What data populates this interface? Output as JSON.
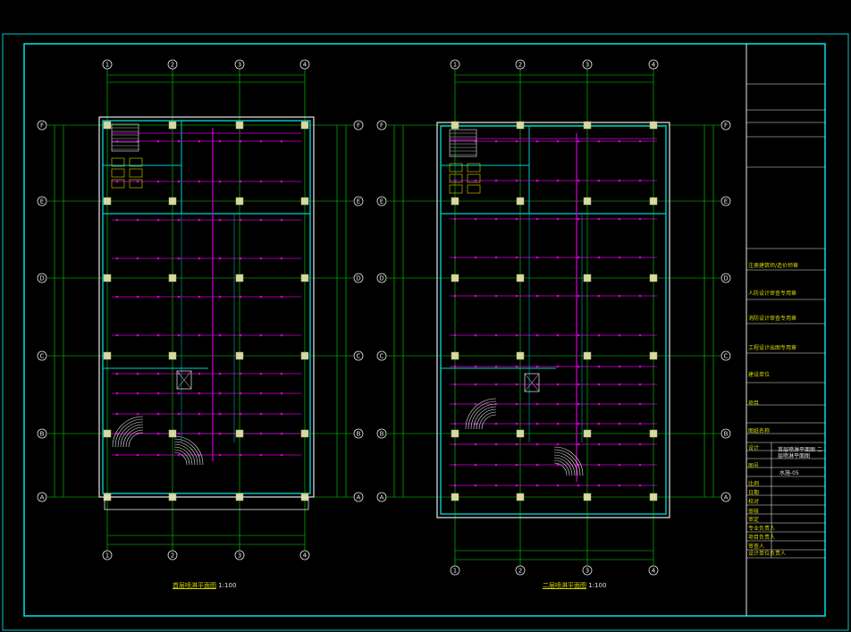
{
  "drawing": {
    "plans": [
      {
        "id": "plan-1",
        "title": "首层喷淋平面图",
        "scale": "1:100"
      },
      {
        "id": "plan-2",
        "title": "二层喷淋平面图",
        "scale": "1:100"
      }
    ],
    "column_axes": [
      "1",
      "2",
      "3",
      "4"
    ],
    "row_axes": [
      "F",
      "E",
      "D",
      "C",
      "B",
      "A"
    ]
  },
  "title_block": {
    "rows": [
      "注册建筑师/造价师章",
      "人防设计审查专用章",
      "消防设计审查专用章",
      "工程设计出图专用章",
      "建设单位",
      "项目",
      "图纸名称",
      "设计",
      "图号",
      "比例",
      "日期",
      "校对",
      "审核",
      "审定",
      "专业负责人",
      "项目负责人",
      "审查人",
      "设计单位负责人"
    ],
    "sheet_name": "首层喷淋平面图 二层喷淋平面图",
    "sheet_number": "水施-05"
  },
  "colors": {
    "background": "#000000",
    "frame": "#00e5e5",
    "wall": "#e8e8e8",
    "pipe": "#d000d0",
    "axis": "#00dd00",
    "column": "#d8d8a0",
    "text": "#d8d800"
  }
}
